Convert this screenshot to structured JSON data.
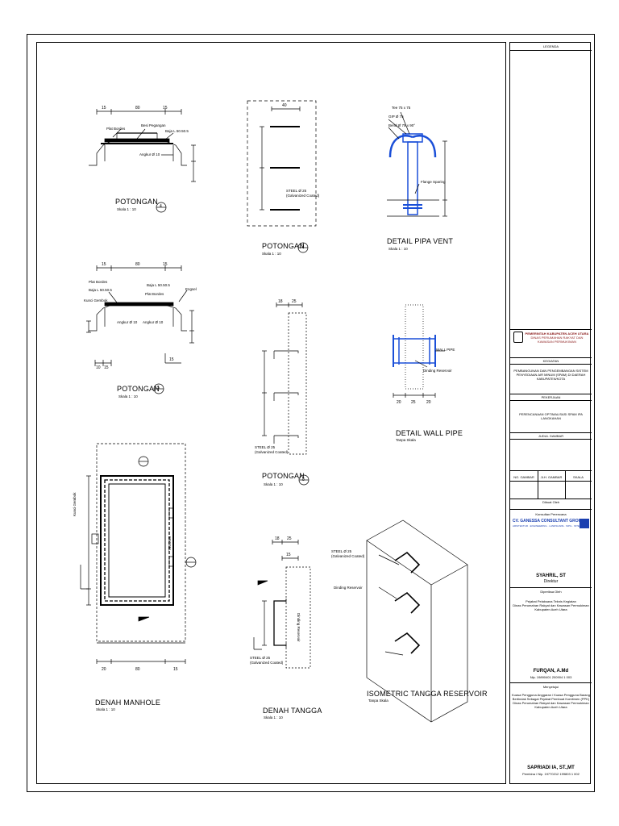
{
  "titleblock": {
    "legenda": "LEGENDA",
    "agency_line1": "PEMERINTAH KABUPATEN ACEH UTARA",
    "agency_line2": "DINAS PERUMAHAN RAKYAT DAN KAWASAN PERMUKIMAN",
    "kegiatan_label": "KEGIATAN",
    "kegiatan_text": "PEMBANGUNAN DAN PENGEMBANGAN SISTEM PENYEDIAAN AIR MINUM (SPAM) DI DAERAH KABUPATEN/KOTA",
    "pekerjaan_label": "PEKERJAAN",
    "pekerjaan_text": "PERENCANAAN OPTIMALISASI SPAM IPA LANGKAHAN",
    "judul_label": "JUDUL GAMBAR",
    "no_gambar": "NO. GAMBAR",
    "jlh_gambar": "JLH. GAMBAR",
    "skala": "SKALA",
    "dibuat_oleh": "Dibuat Oleh",
    "konsultan": "Konsultan Perencana",
    "company": "CV. GANESSA CONSULTANT GROUP",
    "company_sub": "ARSITEKTUR · ENGINEERING · LANDSCAPE · SIPIL · INTERIOR",
    "director_name": "SYAHRIL, ST",
    "director_title": "Direktur",
    "diperiksa": "Diperiksa Oleh",
    "pptk_line1": "Pejabat Pelaksana Teknis Kegiatan",
    "pptk_line2": "Dinas Perumahan Rakyat dan Kawasan Permukiman",
    "pptk_line3": "Kabupaten Aceh Utara",
    "pptk_name": "FURQAN, A.Md",
    "pptk_nip": "Nip. 19890401 200904 1 003",
    "menyetujui": "Menyetujui",
    "kpa_line1": "Kuasa Pengguna Anggaran / Kuasa Pengguna Barang",
    "kpa_line2": "Bertindak Sebagai Pejabat Pembuat Komitmen (PPK)",
    "kpa_line3": "Dinas Perumahan Rakyat dan Kawasan Permukiman",
    "kpa_line4": "Kabupaten Aceh Utara",
    "kpa_name": "SAPRIADI IA, ST.,MT",
    "kpa_nip": "Pembina / Nip. 19770212 199803 1 002"
  },
  "drawings": {
    "pot4_title": "POTONGAN",
    "pot4_no": "4",
    "pot4_scale": "Skala  1 : 10",
    "pot4_plat": "Plat Bordes",
    "pot4_besi": "Besi Pegangan",
    "pot4_baja": "Baja L 50.50.5",
    "pot4_angkur": "Angkur Ø 10",
    "pot5_title": "POTONGAN",
    "pot5_no": "5",
    "pot5_scale": "Skala  1 : 10",
    "pot5_plat": "Plat Bordes",
    "pot5_baja": "Baja L 50.50.5",
    "pot5_kunci": "Kunci Gembok",
    "pot5_baja2": "Baja L 50.50.5",
    "pot5_engsel": "Engsel",
    "pot5_plat2": "Plat Bordes",
    "pot5_angkur": "Angkur Ø 10",
    "pot5_angkur2": "Angkur Ø 10",
    "pot9_title": "POTONGAN",
    "pot9_no": "9",
    "pot9_scale": "Skala  1 : 10",
    "pot9_steel": "STEEL Ø 25",
    "pot9_steel2": "(Galvanized Coated)",
    "pot8_title": "POTONGAN",
    "pot8_no": "8",
    "pot8_scale": "Skala  1 : 10",
    "pot8_steel": "STEEL Ø 25",
    "pot8_steel2": "(Galvanized Coated)",
    "pipa_title": "DETAIL PIPA VENT",
    "pipa_scale": "Skala  1 : 10",
    "pipa_tee": "Tee 75 x 75",
    "pipa_gip": "GIP Ø 75",
    "pipa_bend": "Bend Ø 75 x 90°",
    "pipa_flange": "Flange Sparing",
    "wall_title": "DETAIL WALL PIPE",
    "wall_scale": "Tanpa Skala",
    "wall_pipe": "WALL PIPE",
    "wall_dinding": "Dinding Reservoir",
    "manhole_title": "DENAH MANHOLE",
    "manhole_scale": "Skala  1 : 10",
    "manhole_kunci": "Kunci Gembok",
    "manhole_engsel": "ENGSEL",
    "tangga_title": "DENAH TANGGA",
    "tangga_scale": "Skala  1 : 10",
    "tangga_steel": "STEEL Ø 25",
    "tangga_steel2": "(Galvanized Coated)",
    "tangga_dinding": "Dinding Reservoir",
    "iso_title": "ISOMETRIC TANGGA RESERVOIR",
    "iso_scale": "Tanpa Skala",
    "iso_steel": "STEEL Ø 25",
    "iso_steel2": "(Galvanized Coated)",
    "iso_dinding": "Dinding Reservoir"
  }
}
